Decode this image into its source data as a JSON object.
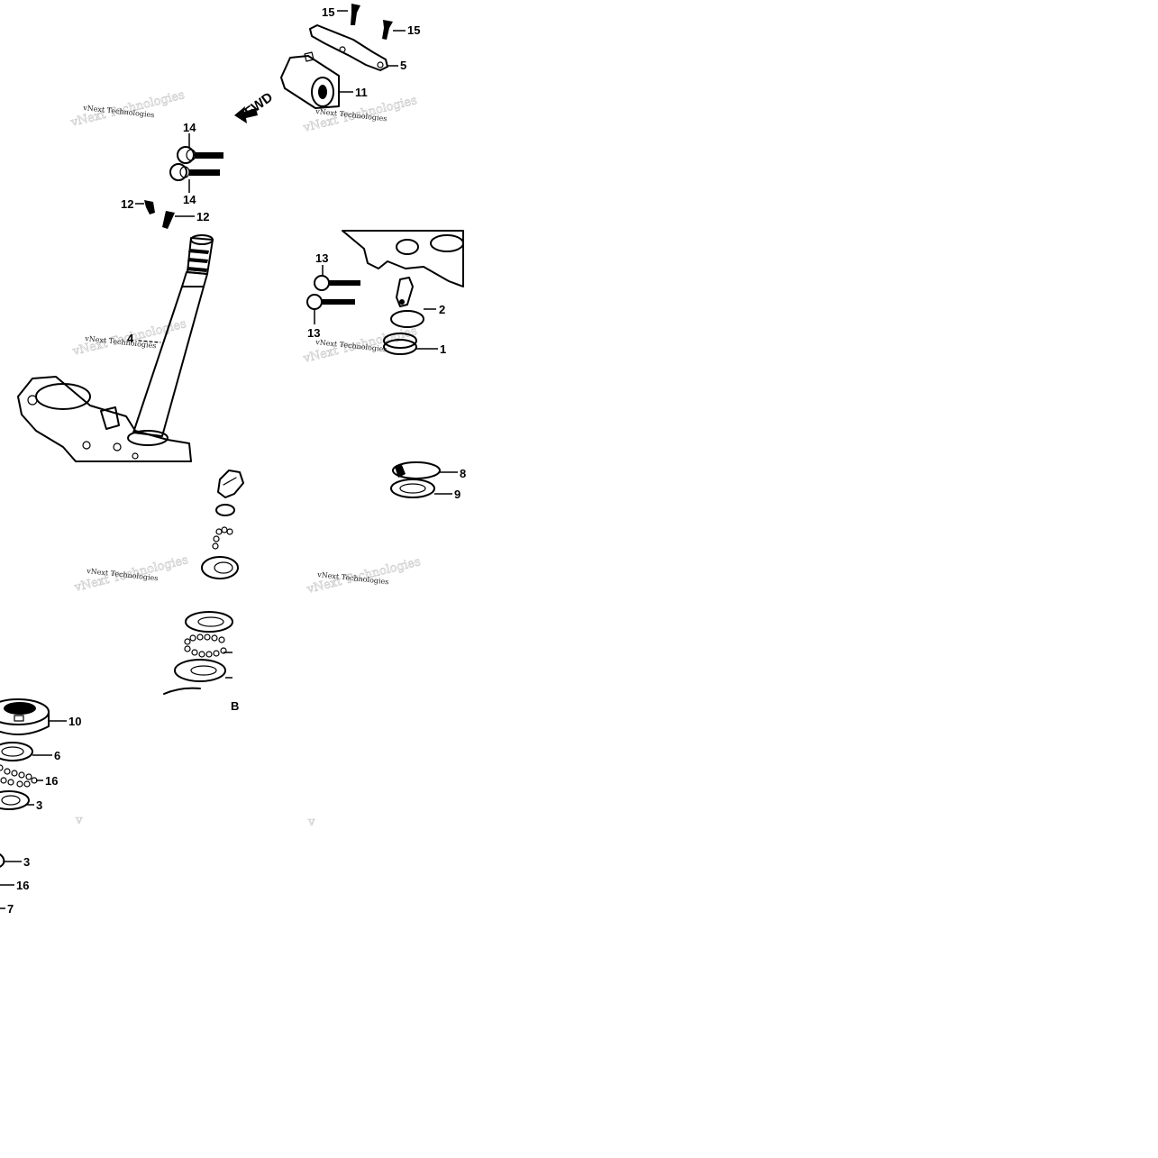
{
  "diagram": {
    "forward_label": "FWD",
    "watermark_text": "vNext Technologies",
    "corner_letter": "B",
    "callouts": {
      "c1": "15",
      "c2": "15",
      "c3": "5",
      "c4": "11",
      "c5": "14",
      "c6": "14",
      "c7": "12",
      "c8": "12",
      "c9": "13",
      "c10": "2",
      "c11": "13",
      "c12": "1",
      "c13": "4",
      "c14": "8",
      "c15": "9",
      "c16": "10",
      "c17": "6",
      "c18": "16",
      "c19": "3",
      "c20": "3",
      "c21": "16",
      "c22": "7"
    }
  }
}
